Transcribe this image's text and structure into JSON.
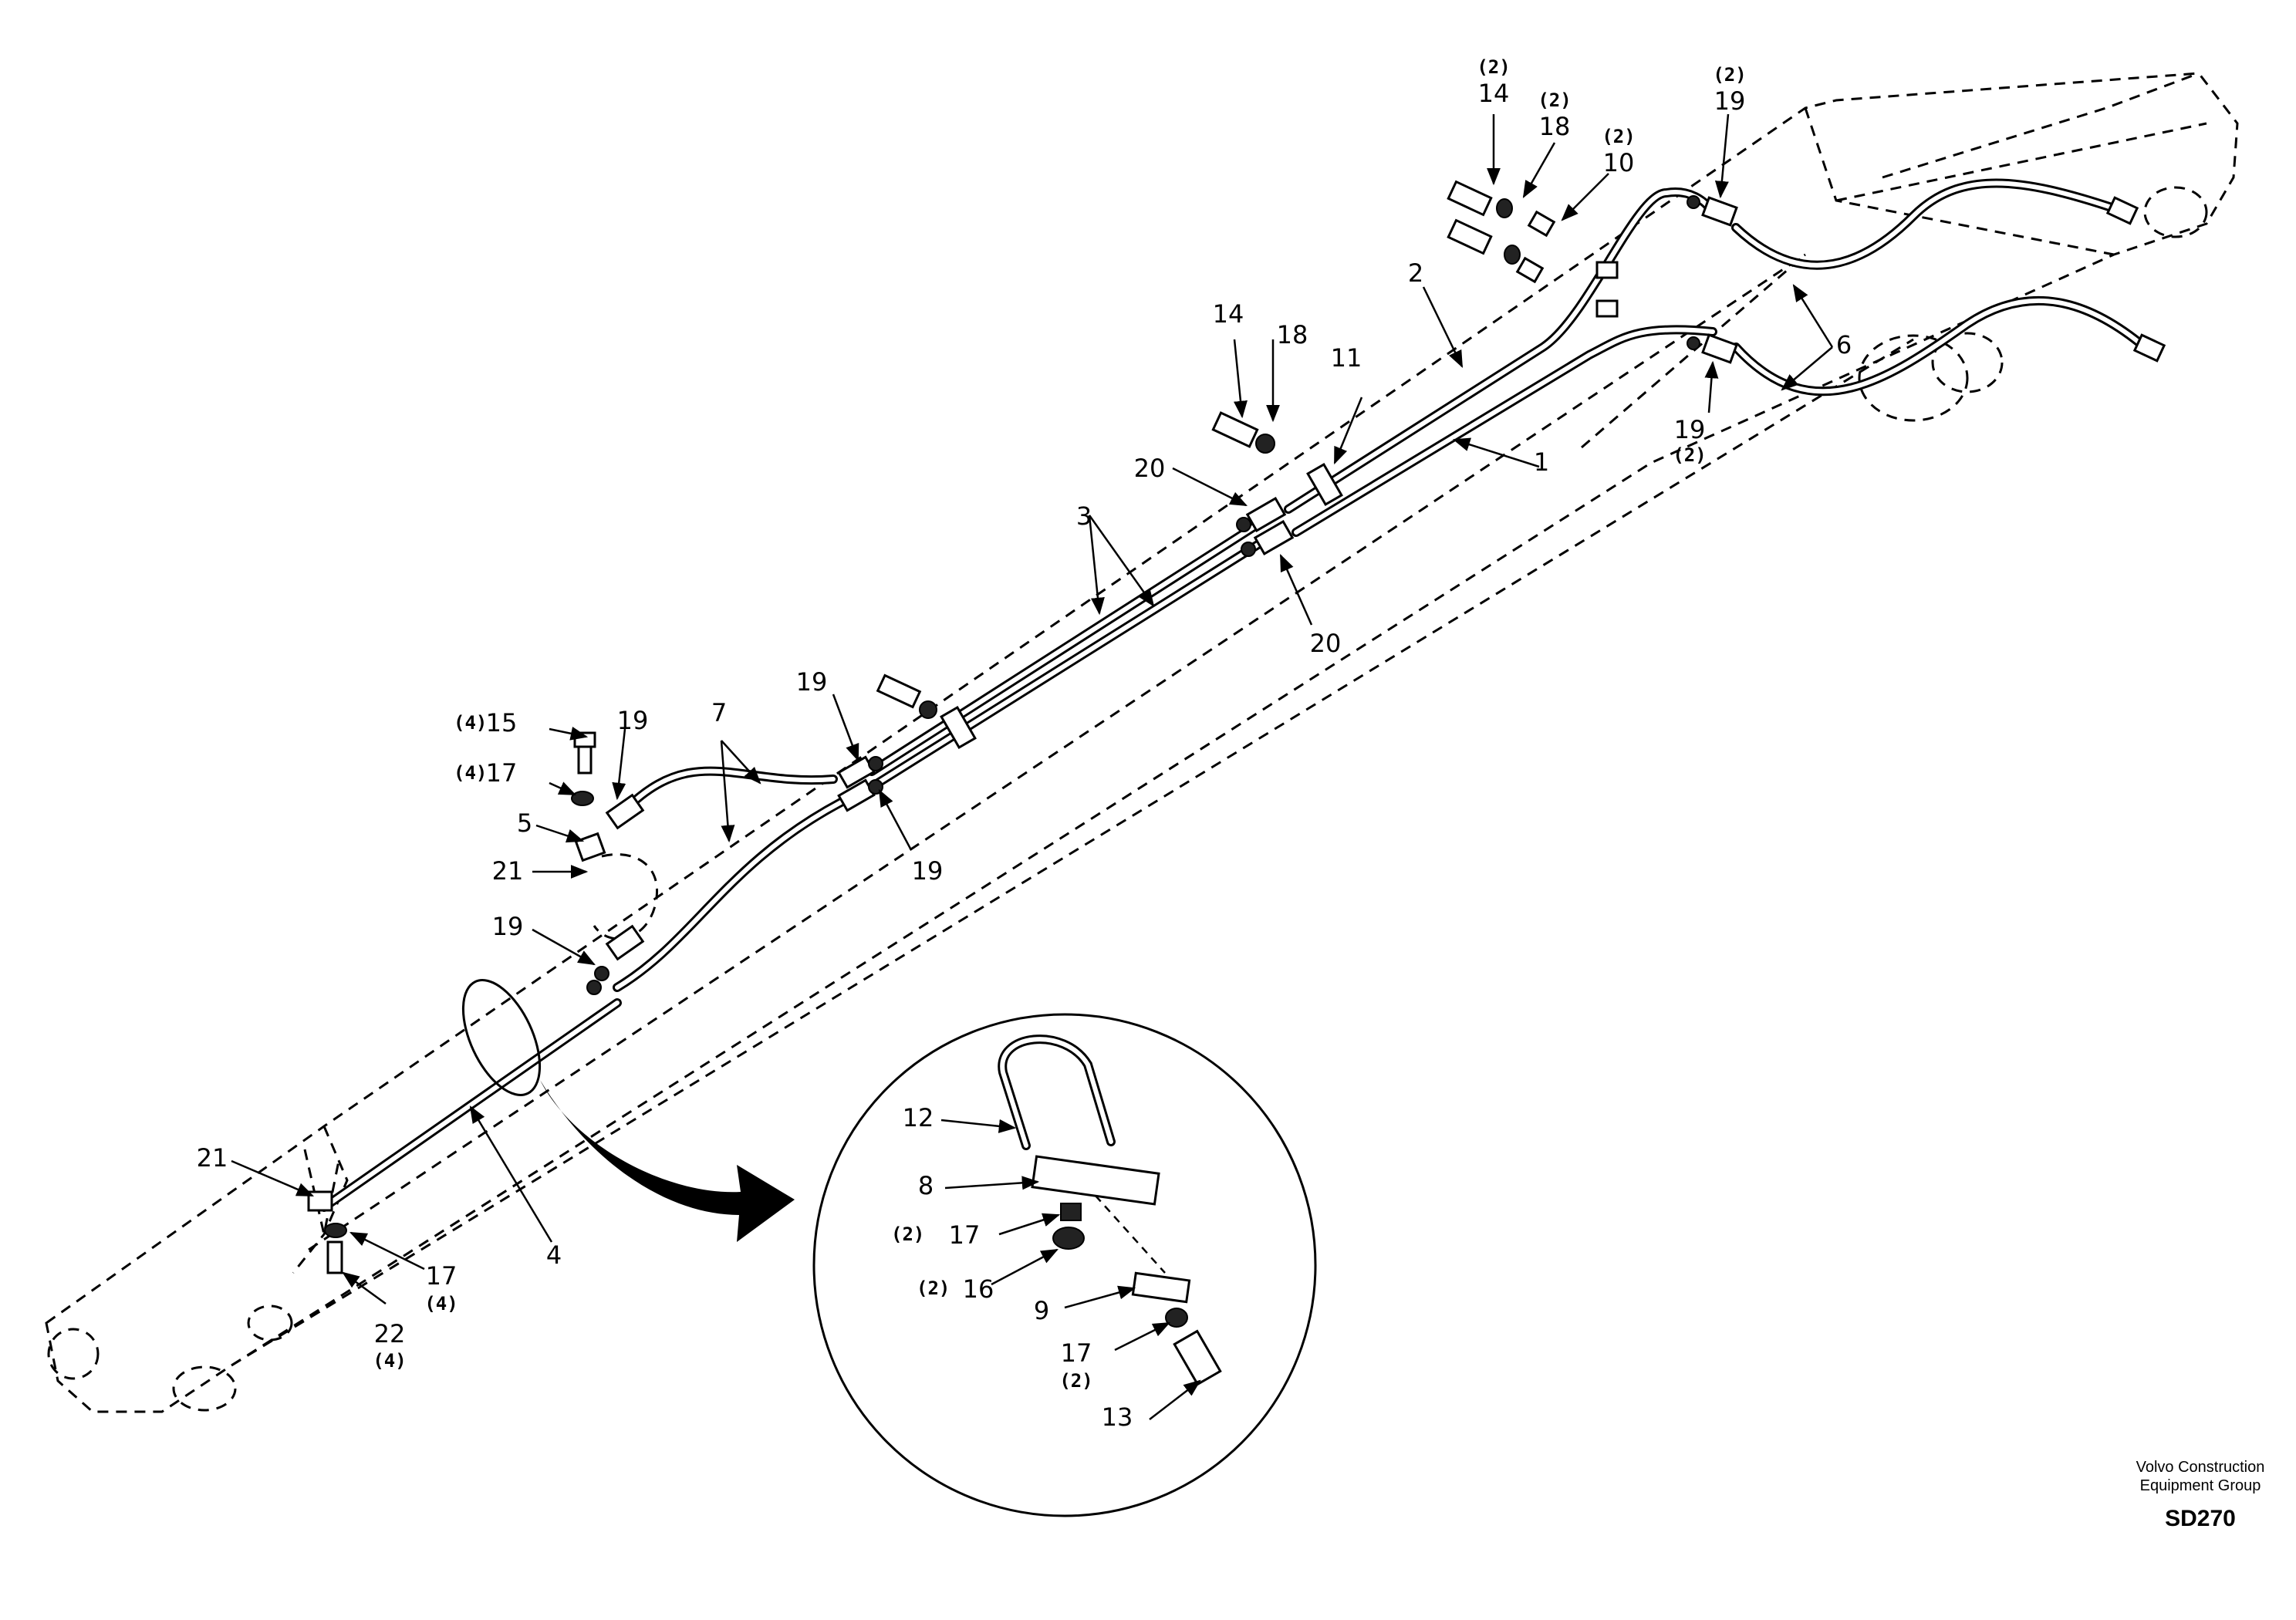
{
  "callouts": [
    {
      "num": "14",
      "qty": "(2)"
    },
    {
      "num": "18",
      "qty": "(2)"
    },
    {
      "num": "10",
      "qty": "(2)"
    },
    {
      "num": "19",
      "qty": "(2)"
    },
    {
      "num": "2",
      "qty": ""
    },
    {
      "num": "6",
      "qty": ""
    },
    {
      "num": "14",
      "qty": ""
    },
    {
      "num": "18",
      "qty": ""
    },
    {
      "num": "11",
      "qty": ""
    },
    {
      "num": "1",
      "qty": ""
    },
    {
      "num": "19",
      "qty": "(2)"
    },
    {
      "num": "20",
      "qty": ""
    },
    {
      "num": "3",
      "qty": ""
    },
    {
      "num": "20",
      "qty": ""
    },
    {
      "num": "15",
      "qty": "(4)"
    },
    {
      "num": "19",
      "qty": ""
    },
    {
      "num": "7",
      "qty": ""
    },
    {
      "num": "19",
      "qty": ""
    },
    {
      "num": "17",
      "qty": "(4)"
    },
    {
      "num": "5",
      "qty": ""
    },
    {
      "num": "19",
      "qty": ""
    },
    {
      "num": "21",
      "qty": ""
    },
    {
      "num": "19",
      "qty": ""
    },
    {
      "num": "21",
      "qty": ""
    },
    {
      "num": "17",
      "qty": "(4)"
    },
    {
      "num": "4",
      "qty": ""
    },
    {
      "num": "22",
      "qty": "(4)"
    },
    {
      "num": "12",
      "qty": ""
    },
    {
      "num": "8",
      "qty": ""
    },
    {
      "num": "17",
      "qty": "(2)"
    },
    {
      "num": "16",
      "qty": "(2)"
    },
    {
      "num": "9",
      "qty": ""
    },
    {
      "num": "17",
      "qty": "(2)"
    },
    {
      "num": "13",
      "qty": ""
    }
  ],
  "footer": {
    "line1": "Volvo Construction",
    "line2": "Equipment Group",
    "code": "SD270"
  }
}
